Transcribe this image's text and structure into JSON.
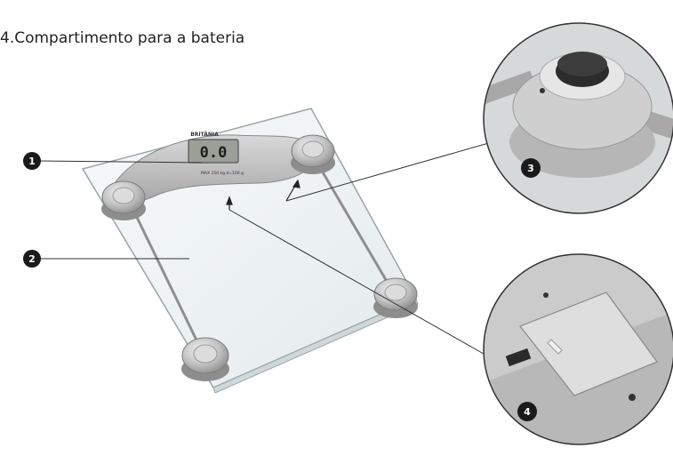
{
  "heading": "4.Compartimento para a bateria",
  "scale": {
    "brand": "BRITÂNIA",
    "display_reading": "0.0",
    "capacity_text": "MAX 150 kg d=100 g"
  },
  "callouts": [
    {
      "id": "1",
      "label": "1"
    },
    {
      "id": "2",
      "label": "2"
    },
    {
      "id": "3",
      "label": "3"
    },
    {
      "id": "4",
      "label": "4"
    }
  ],
  "colors": {
    "glass_fill": "#eef3f4",
    "glass_stroke": "#9aa4a8",
    "foot_metal": "#b9b9b9",
    "rod_metal": "#8f8f8f",
    "display_bg": "#9aa097",
    "callout_fill": "#1a1a1a",
    "leader_line": "#333333"
  },
  "icons": [
    "circle-number-icon",
    "arrow-icon",
    "battery-cover-icon"
  ]
}
